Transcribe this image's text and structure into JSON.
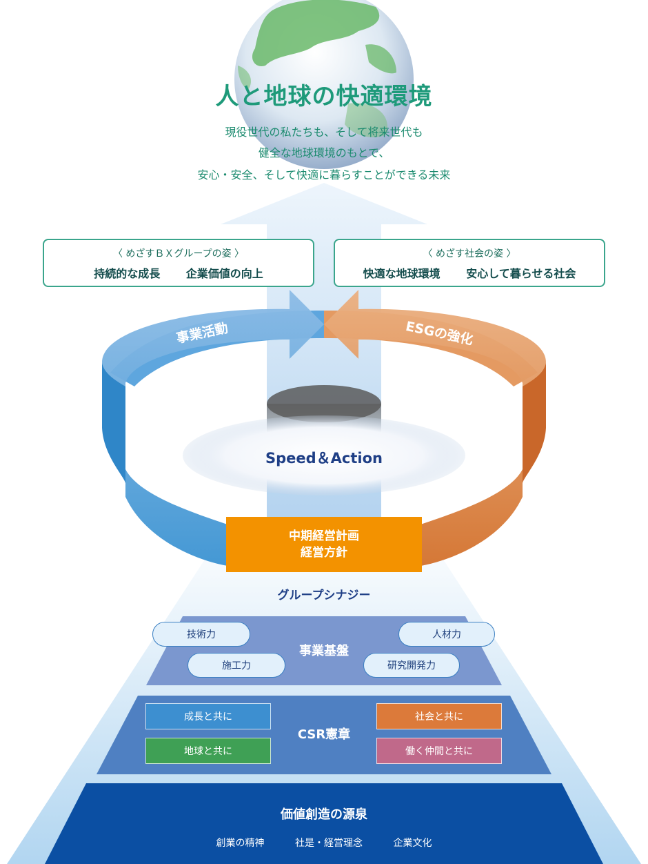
{
  "top": {
    "title": "人と地球の快適環境",
    "subtitle_lines": [
      "現役世代の私たちも、そして将来世代も",
      "健全な地球環境のもとで、",
      "安心・安全、そして快適に暮らすことができる未来"
    ]
  },
  "goals": {
    "group": {
      "heading": "〈 めざすＢＸグループの姿 〉",
      "items": [
        "持続的な成長",
        "企業価値の向上"
      ]
    },
    "society": {
      "heading": "〈 めざす社会の姿 〉",
      "items": [
        "快適な地球環境",
        "安心して暮らせる社会"
      ]
    }
  },
  "ring": {
    "left_label": "事業活動",
    "right_label": "ESGの強化",
    "center_label": "Speed＆Action"
  },
  "plan": {
    "line1": "中期経営計画",
    "line2": "経営方針"
  },
  "synergy": "グループシナジー",
  "business_base": {
    "title": "事業基盤",
    "pills": [
      "技術力",
      "施工力",
      "人材力",
      "研究開発力"
    ]
  },
  "csr": {
    "title": "CSR憲章",
    "items": [
      "成長と共に",
      "地球と共に",
      "社会と共に",
      "働く仲間と共に"
    ]
  },
  "base": {
    "title": "価値創造の源泉",
    "items": [
      "創業の精神",
      "社是・経営理念",
      "企業文化"
    ]
  },
  "colors": {
    "teal": "#1e9a7a",
    "blue_ring": "#3b93d2",
    "orange_ring": "#e2813d",
    "plan_orange": "#f39200",
    "base_navy": "#0b4fa3",
    "csr_blue": "#3d8fd0",
    "csr_green": "#3fa055",
    "csr_orange": "#dc7a3a",
    "csr_pink": "#c0698a"
  }
}
